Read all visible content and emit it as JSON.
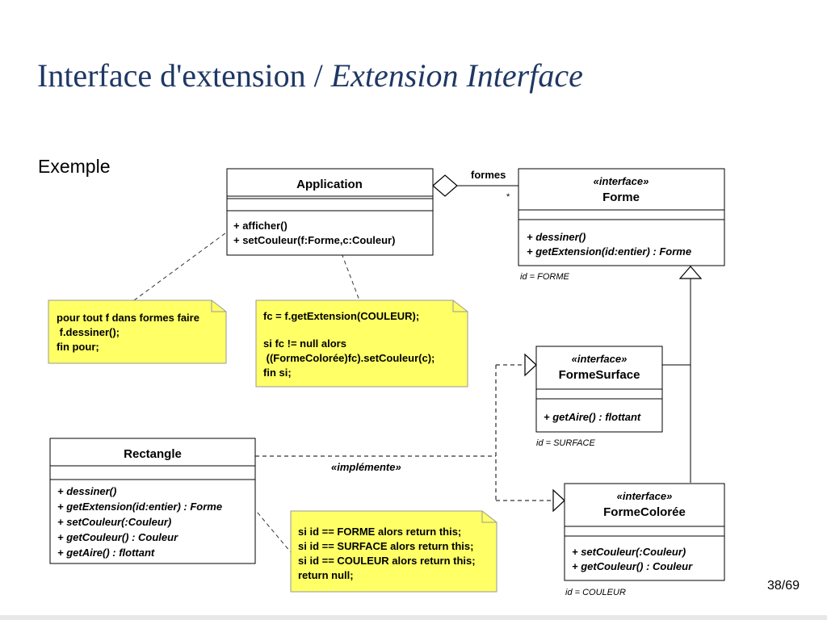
{
  "slide": {
    "title_main": "Interface d'extension / ",
    "title_italic": "Extension Interface",
    "subtitle": "Exemple",
    "page": "38/69"
  },
  "diagram": {
    "application": {
      "name": "Application",
      "methods": [
        "+ afficher()",
        "+ setCouleur(f:Forme,c:Couleur)"
      ]
    },
    "forme": {
      "stereotype": "«interface»",
      "name": "Forme",
      "methods": [
        "+ dessiner()",
        "+ getExtension(id:entier) : Forme"
      ],
      "id_label": "id = FORME"
    },
    "forme_surface": {
      "stereotype": "«interface»",
      "name": "FormeSurface",
      "methods": [
        "+ getAire() : flottant"
      ],
      "id_label": "id = SURFACE"
    },
    "forme_coloree": {
      "stereotype": "«interface»",
      "name": "FormeColorée",
      "methods": [
        "+ setCouleur(:Couleur)",
        "+ getCouleur() : Couleur"
      ],
      "id_label": "id = COULEUR"
    },
    "rectangle": {
      "name": "Rectangle",
      "methods": [
        "+ dessiner()",
        "+ getExtension(id:entier) : Forme",
        "+ setCouleur(:Couleur)",
        "+ getCouleur() : Couleur",
        "+ getAire() : flottant"
      ]
    },
    "association": {
      "role": "formes",
      "multiplicity": "*"
    },
    "realization_label": "«implémente»",
    "notes": {
      "afficher": [
        "pour tout f dans formes faire",
        " f.dessiner();",
        "fin pour;"
      ],
      "setcouleur": [
        "fc = f.getExtension(COULEUR);",
        "",
        "si fc != null alors",
        " ((FormeColorée)fc).setCouleur(c);",
        "fin si;"
      ],
      "getextension": [
        "si id == FORME alors return this;",
        "si id == SURFACE alors return this;",
        "si id == COULEUR alors return this;",
        "return null;"
      ]
    },
    "colors": {
      "note_fill": "#ffff66",
      "note_stroke": "#999999",
      "title": "#1f3864"
    }
  }
}
